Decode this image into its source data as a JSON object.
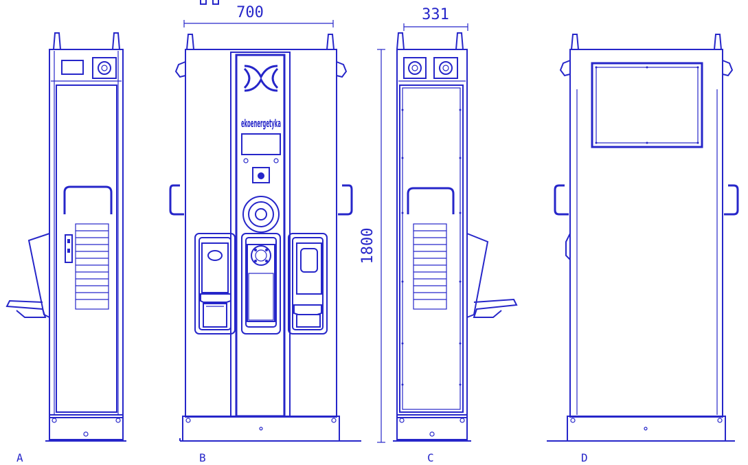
{
  "dimensions": {
    "width": "700",
    "depth": "331",
    "height": "1800"
  },
  "views": [
    {
      "label": "A"
    },
    {
      "label": "B"
    },
    {
      "label": "C"
    },
    {
      "label": "D"
    }
  ],
  "brand": {
    "logo_text": "ekoenergetyka"
  },
  "colors": {
    "line": "#2626c9",
    "background": "#ffffff"
  }
}
